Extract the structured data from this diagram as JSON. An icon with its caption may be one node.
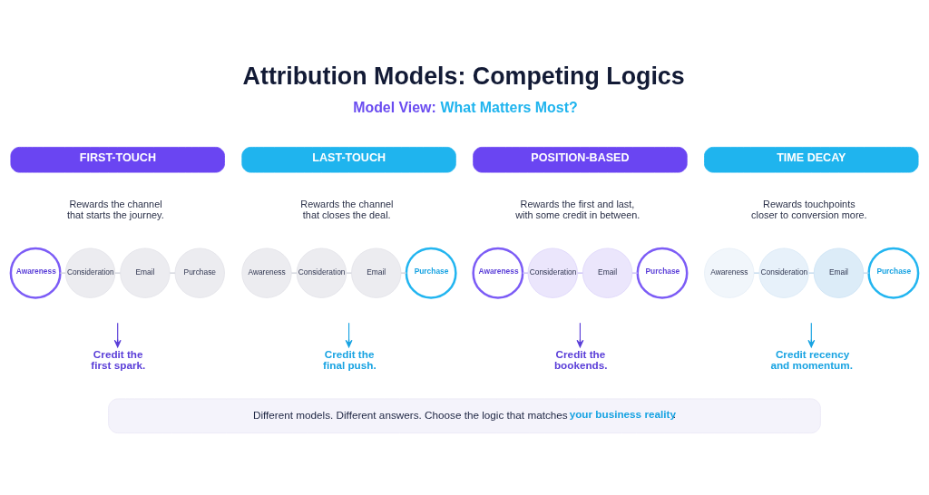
{
  "diagram": {
    "title": "Attribution Models: Competing Logics",
    "nodes": [
      {
        "text": [
          "FIRST-TOUCH"
        ]
      },
      {
        "text": [
          "Awareness"
        ]
      },
      {
        "text": [
          "Consideration"
        ]
      },
      {
        "text": [
          "Email"
        ]
      },
      {
        "text": [
          "Purchase"
        ]
      },
      {
        "text": [
          "Credit the first spark."
        ]
      },
      {
        "text": [
          "LAST-TOUCH"
        ]
      },
      {
        "text": [
          "Awareness"
        ]
      },
      {
        "text": [
          "Consideration"
        ]
      },
      {
        "text": [
          "Email"
        ]
      },
      {
        "text": [
          "Purchase"
        ]
      },
      {
        "text": [
          "Credit the final push."
        ]
      },
      {
        "text": [
          "POSITION-BASED"
        ]
      },
      {
        "text": [
          "Awareness"
        ]
      },
      {
        "text": [
          "Consideration"
        ]
      },
      {
        "text": [
          "Email"
        ]
      },
      {
        "text": [
          "Purchase"
        ]
      },
      {
        "text": [
          "Credit the bookends."
        ]
      },
      {
        "text": [
          "TIME DECAY"
        ]
      },
      {
        "text": [
          "Awareness"
        ]
      },
      {
        "text": [
          "Consideration"
        ]
      },
      {
        "text": [
          "Email"
        ]
      },
      {
        "text": [
          "Purchase"
        ]
      },
      {
        "text": [
          "Credit recency and momentum."
        ]
      },
      {
        "text": [
          "Different models. Different answers. Choose the logic that matches **your business reality**."
        ]
      }
    ],
    "edges": [
      {
        "from": 1,
        "to": 2,
        "arrow": "none"
      },
      {
        "from": 2,
        "to": 3,
        "arrow": "none"
      },
      {
        "from": 3,
        "to": 4,
        "arrow": "none"
      },
      {
        "from": null,
        "to": 5,
        "arrow": "to",
        "color": "#5a3ed8"
      },
      {
        "from": 7,
        "to": 8,
        "arrow": "none"
      },
      {
        "from": 8,
        "to": 9,
        "arrow": "none"
      },
      {
        "from": 9,
        "to": 10,
        "arrow": "none"
      },
      {
        "from": null,
        "to": 11,
        "arrow": "to",
        "color": "#18a3e2"
      },
      {
        "from": 13,
        "to": 14,
        "arrow": "none",
        "color": "#cdc3f6"
      },
      {
        "from": 14,
        "to": 15,
        "arrow": "none",
        "color": "#cdc3f6"
      },
      {
        "from": 15,
        "to": 16,
        "arrow": "none",
        "color": "#cdc3f6"
      },
      {
        "from": null,
        "to": 17,
        "arrow": "to",
        "color": "#5a3ed8"
      },
      {
        "from": 19,
        "to": 20,
        "arrow": "none",
        "color": "#c6dbee"
      },
      {
        "from": 20,
        "to": 21,
        "arrow": "none",
        "color": "#c6dbee"
      },
      {
        "from": 21,
        "to": 22,
        "arrow": "none",
        "color": "#c6dbee"
      },
      {
        "from": null,
        "to": 23,
        "arrow": "to",
        "color": "#18a3e2"
      }
    ],
    "labels": [
      "Model View:",
      "What Matters Most?",
      "Rewards the channel that starts the journey.",
      "Rewards the channel that closes the deal.",
      "Rewards the first and last, with some credit in between.",
      "Rewards touchpoints closer to conversion more."
    ]
  }
}
